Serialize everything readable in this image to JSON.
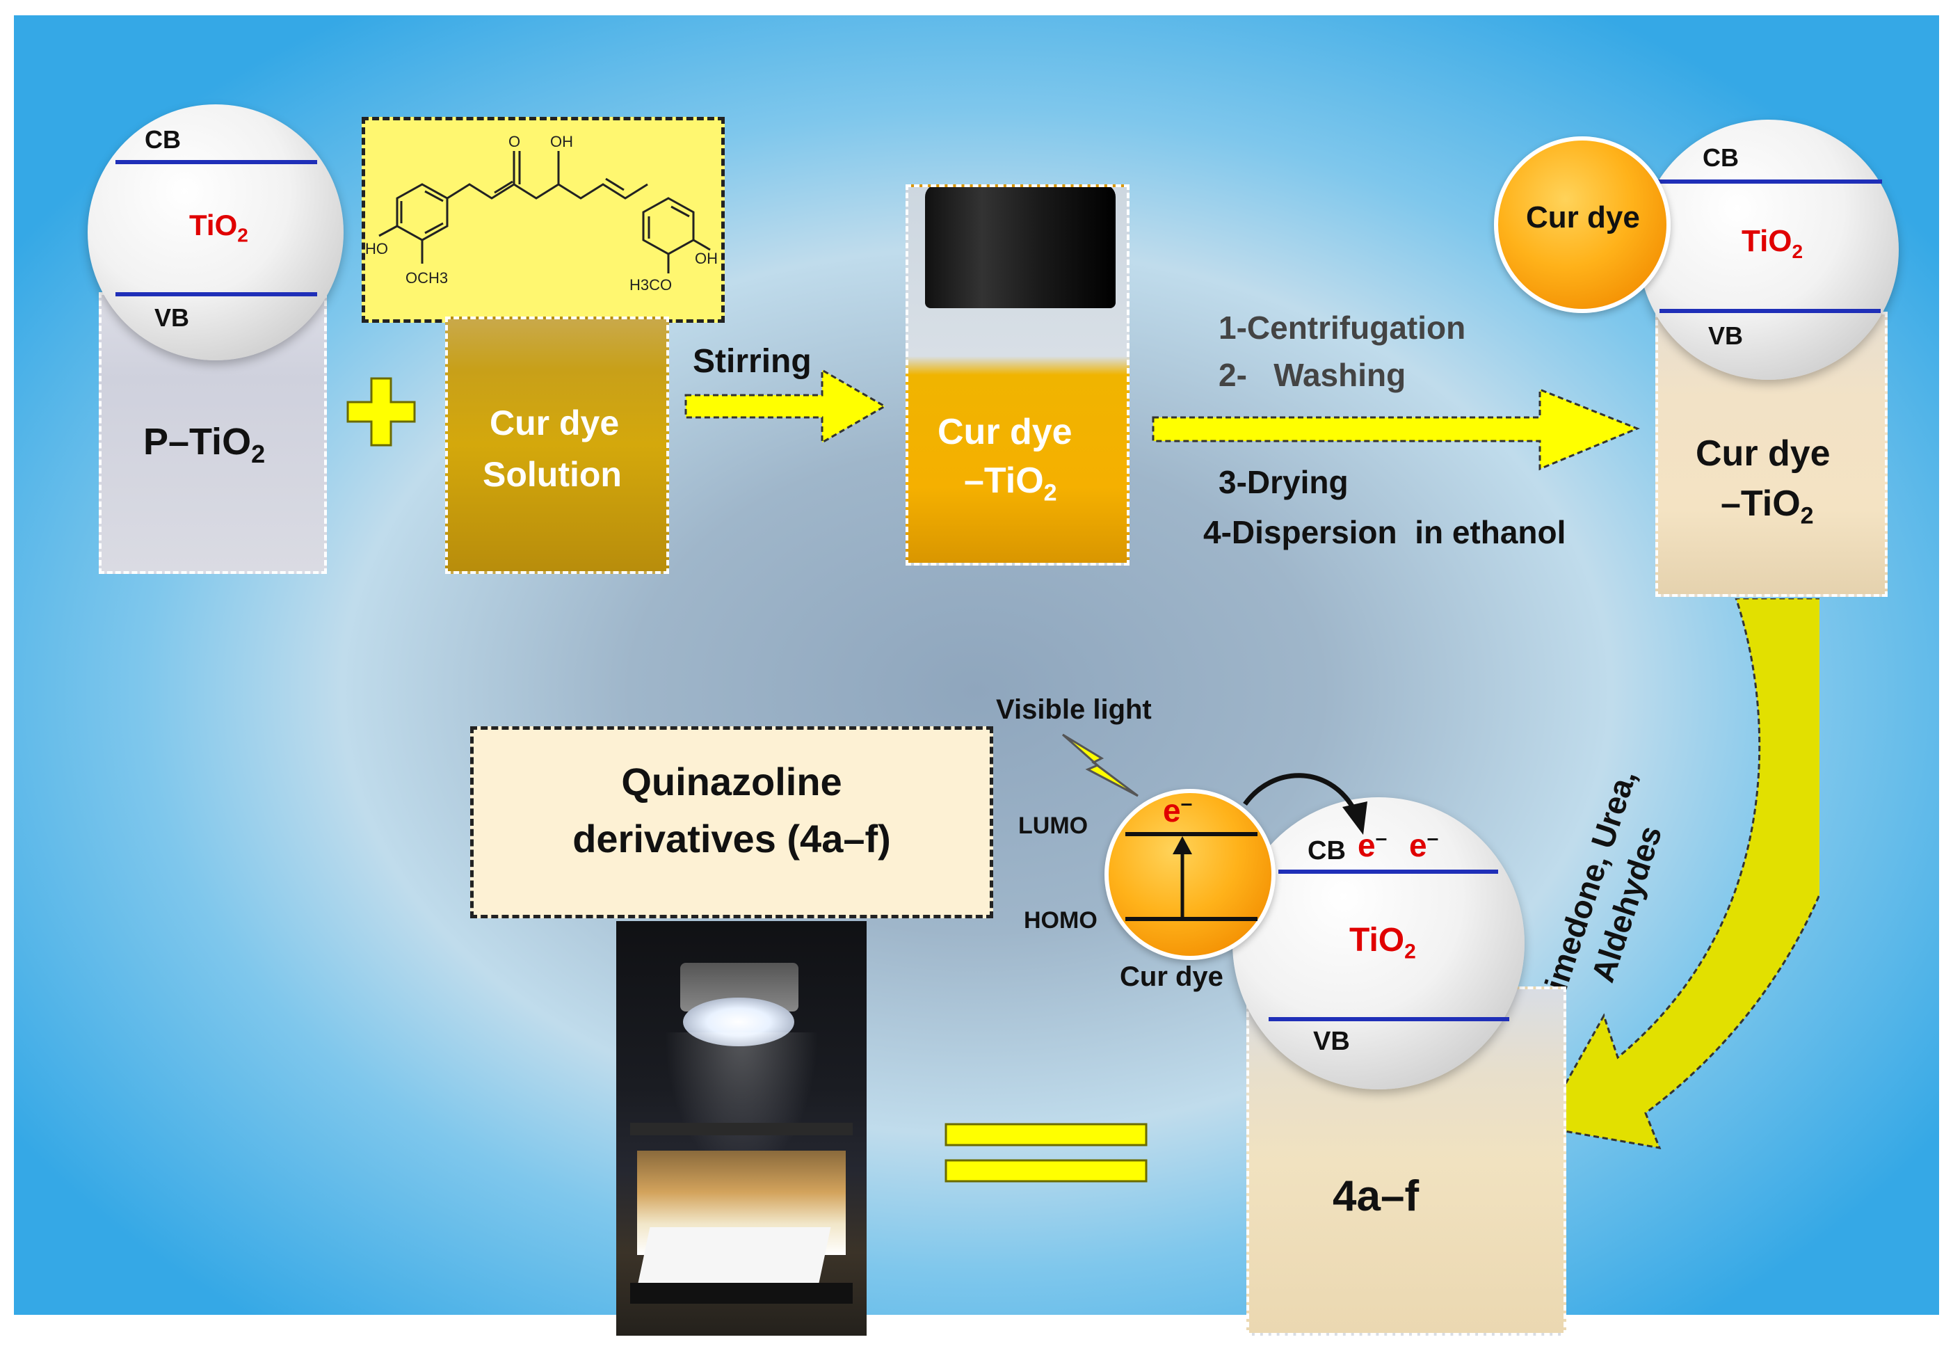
{
  "band_labels": {
    "cb": "CB",
    "vb": "VB"
  },
  "tio2": {
    "main": "TiO",
    "sub": "2"
  },
  "vial_ptio2": {
    "main": "P–TiO",
    "sub": "2"
  },
  "plus": "+",
  "dye_solution": {
    "line1": "Cur dye",
    "line2": "Solution"
  },
  "stirring": "Stirring",
  "dye_tio2_mid": {
    "line1": "Cur dye",
    "line2": "–TiO",
    "sub": "2"
  },
  "steps": [
    "1-Centrifugation",
    "2-   Washing",
    "3-Drying",
    "4-Dispersion  in ethanol"
  ],
  "dye_tio2_right": {
    "line1": "Cur dye",
    "line2": "–TiO",
    "sub": "2"
  },
  "cur_dye_ball": "Cur dye",
  "reagents": "Dimedone, Urea, Aldehydes",
  "product_box": {
    "line1": "Quinazoline",
    "line2": "derivatives (4a–f)"
  },
  "visible_light": "Visible light",
  "lumo": "LUMO",
  "homo": "HOMO",
  "electron": "e",
  "electron_sign": "–",
  "cur_dye_label": "Cur dye",
  "product_vial": "4a–f",
  "molecule_labels": {
    "o": "O",
    "oh": "OH",
    "ho": "HO",
    "och3": "OCH3",
    "h3co": "H3CO"
  },
  "colors": {
    "tio2_red": "#e00000",
    "band_blue": "#1f2fb8",
    "arrow_yellow": "#ffff00",
    "structure_bg": "#fff770"
  }
}
